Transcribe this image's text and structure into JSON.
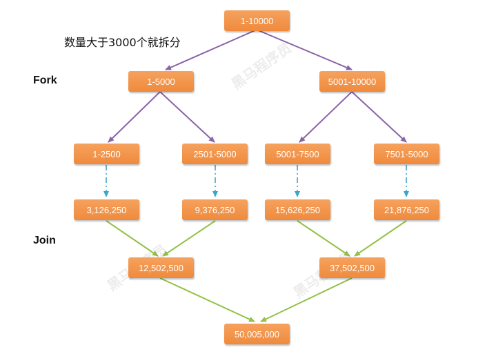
{
  "annotation": "数量大于3000个就拆分",
  "phase_labels": {
    "fork": "Fork",
    "join": "Join"
  },
  "watermark": "黑马程序员",
  "nodes": {
    "root": "1-10000",
    "l1_left": "1-5000",
    "l1_right": "5001-10000",
    "l2_a": "1-2500",
    "l2_b": "2501-5000",
    "l2_c": "5001-7500",
    "l2_d": "7501-5000",
    "r_a": "3,126,250",
    "r_b": "9,376,250",
    "r_c": "15,626,250",
    "r_d": "21,876,250",
    "j_left": "12,502,500",
    "j_right": "37,502,500",
    "final": "50,005,000"
  },
  "colors": {
    "node_fill": "#ef8a3c",
    "fork_arrow": "#8a63a8",
    "compute_arrow": "#3aa6cc",
    "join_arrow": "#92c146"
  }
}
